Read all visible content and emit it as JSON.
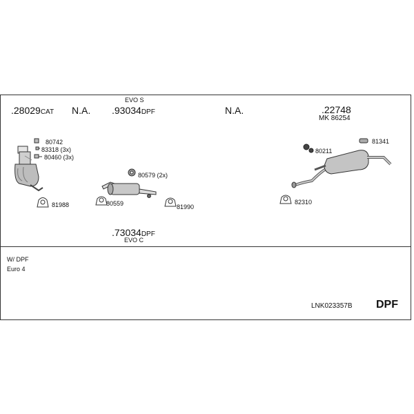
{
  "parts": {
    "p28029": {
      "num": ".28029",
      "suffix": "CAT"
    },
    "na_left": "N.A.",
    "p93034": {
      "above": "EVO S",
      "num": ".93034",
      "suffix": "DPF"
    },
    "na_right": "N.A.",
    "p22748": {
      "num": ".22748",
      "kit": "MK 86254"
    },
    "p73034": {
      "num": ".73034",
      "suffix": "DPF",
      "below": "EVO C"
    }
  },
  "labels": {
    "l80742": "80742",
    "l83318": "83318 (3x)",
    "l80460": "80460 (3x)",
    "l81988": "81988",
    "l80579": "80579 (2x)",
    "l80559": "80559",
    "l81990": "81990",
    "l80211": "80211",
    "l81341": "81341",
    "l82310": "82310"
  },
  "notes": {
    "line1": "W/ DPF",
    "line2": "Euro 4"
  },
  "footer": {
    "code": "LNK023357B",
    "type": "DPF"
  }
}
